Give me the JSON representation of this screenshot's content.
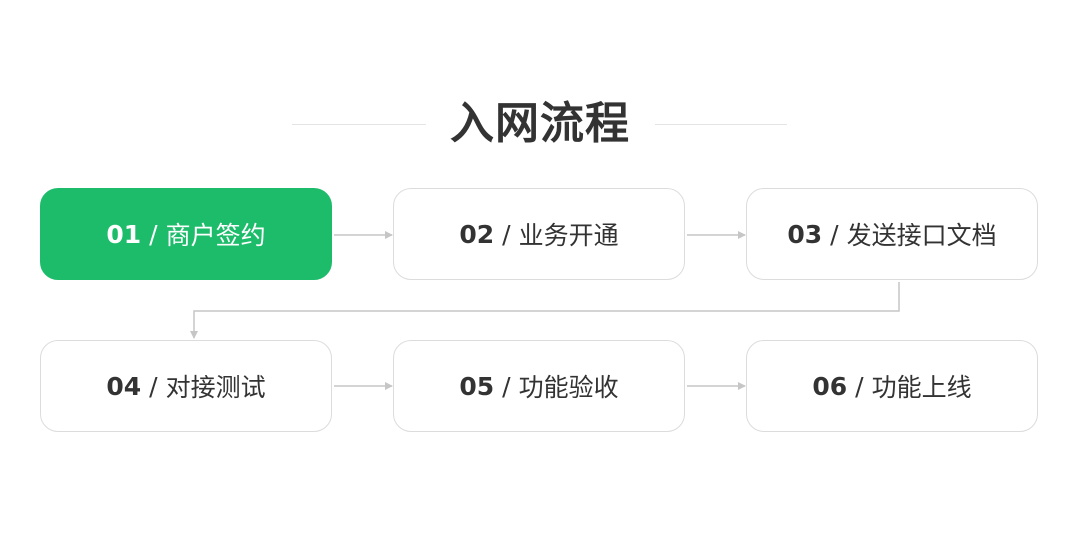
{
  "title": "入网流程",
  "separator": "/",
  "steps": [
    {
      "num": "01",
      "name": "商户签约"
    },
    {
      "num": "02",
      "name": "业务开通"
    },
    {
      "num": "03",
      "name": "发送接口文档"
    },
    {
      "num": "04",
      "name": "对接测试"
    },
    {
      "num": "05",
      "name": "功能验收"
    },
    {
      "num": "06",
      "name": "功能上线"
    }
  ],
  "colors": {
    "accent": "#1dbc6b",
    "border": "#dcdcdc",
    "text": "#333333",
    "connector": "#c6c6c6"
  }
}
